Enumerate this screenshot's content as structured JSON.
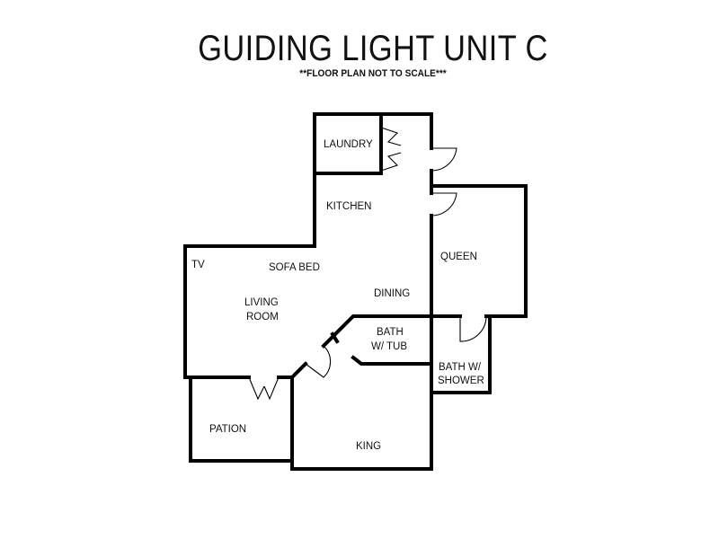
{
  "title": "GUIDING LIGHT UNIT C",
  "subtitle": "**FLOOR PLAN NOT TO SCALE***",
  "rooms": {
    "laundry": "LAUNDRY",
    "kitchen": "KITCHEN",
    "queen": "QUEEN",
    "tv": "TV",
    "sofa_bed": "SOFA BED",
    "dining": "DINING",
    "living_line1": "LIVING",
    "living_line2": "ROOM",
    "bath_tub_line1": "BATH",
    "bath_tub_line2": "W/ TUB",
    "bath_shower_line1": "BATH W/",
    "bath_shower_line2": "SHOWER",
    "pation": "PATION",
    "king": "KING"
  }
}
